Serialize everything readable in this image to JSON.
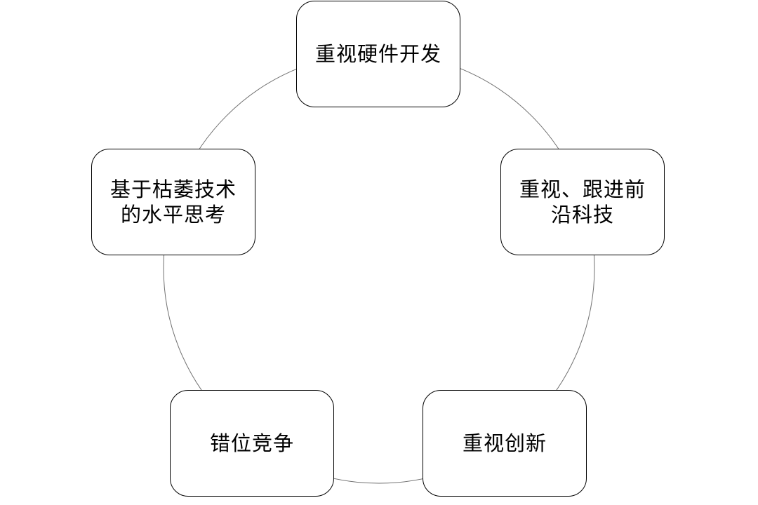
{
  "diagram": {
    "type": "cycle",
    "nodes": [
      {
        "id": "top",
        "label": "重视硬件开发"
      },
      {
        "id": "right",
        "label": "重视、跟进前\n沿科技"
      },
      {
        "id": "bottom-right",
        "label": "重视创新"
      },
      {
        "id": "bottom-left",
        "label": "错位竞争"
      },
      {
        "id": "left",
        "label": "基于枯萎技术\n的水平思考"
      }
    ],
    "colors": {
      "box_border": "#000000",
      "ring": "#707070",
      "background": "#ffffff"
    }
  }
}
